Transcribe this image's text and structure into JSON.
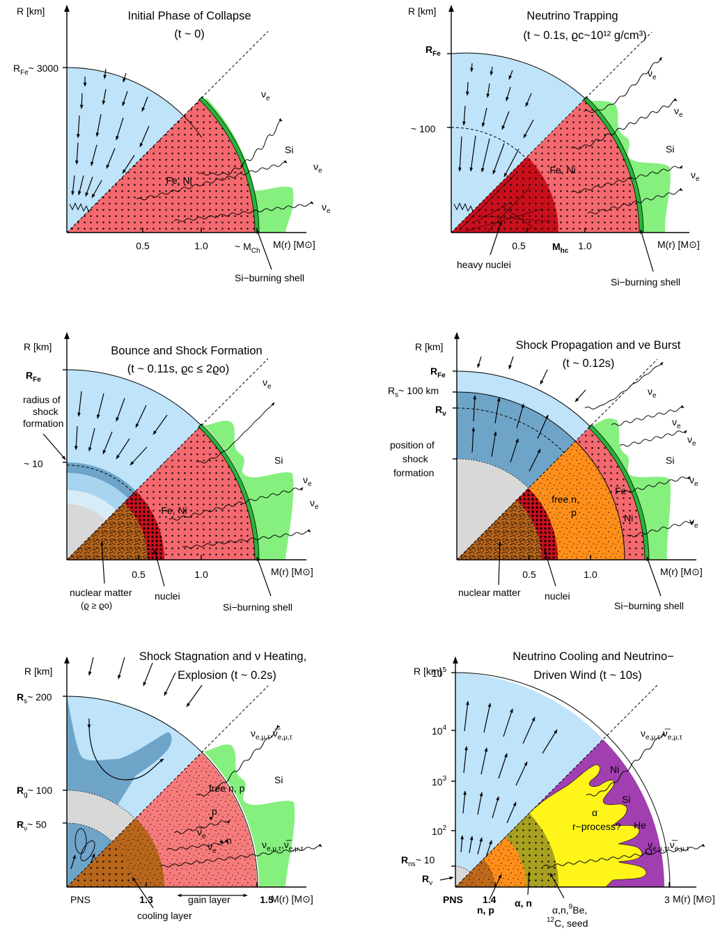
{
  "colors": {
    "infall_blue": "#bfe3f8",
    "shocked_blue": "#6fa4c9",
    "iron_core_red": "#f4696f",
    "heavy_nuclei_red": "#c8101d",
    "silicon_green": "#86f07f",
    "burning_shell_green": "#27b53b",
    "free_nucleons_orange": "#ff8f1a",
    "nuclear_matter_brown": "#b8661c",
    "pns_grey": "#d8d8d8",
    "envelope_purple": "#a13fb0",
    "r_process_yellow": "#fff51a",
    "alpha_n_olive": "#a8a020",
    "gain_layer_pink": "#f87b7b"
  },
  "panels": [
    {
      "title_line1": "Initial Phase of Collapse",
      "title_line2": "(t ~ 0)",
      "y_axis": "R [km]",
      "x_axis": "M(r) [M⊙]",
      "y_label_top": "R",
      "y_label_top_sub": "Fe",
      "y_label_top_suffix": "~ 3000",
      "ticks": [
        "0.5",
        "1.0"
      ],
      "extra_tick": "~ M",
      "extra_tick_sub": "Ch",
      "core_label": "Fe, Ni",
      "shell_label": "Si",
      "neutrino": "ν",
      "neutrino_sub": "e",
      "callout": "Si−burning shell"
    },
    {
      "title_line1": "Neutrino Trapping",
      "title_line2": "(t ~ 0.1s,  ϱc~10¹² g/cm³)",
      "y_axis": "R [km]",
      "x_axis": "M(r) [M⊙]",
      "y_label_top": "R",
      "y_label_top_sub": "Fe",
      "y_label_mid": "~ 100",
      "ticks": [
        "0.5",
        "1.0"
      ],
      "extra_tick": "M",
      "extra_tick_sub": "hc",
      "core_label": "Fe, Ni",
      "shell_label": "Si",
      "neutrino": "ν",
      "neutrino_sub": "e",
      "callout": "Si−burning shell",
      "callout2": "heavy nuclei"
    },
    {
      "title_line1": "Bounce and Shock Formation",
      "title_line2": "(t ~ 0.11s,  ϱc ≤ 2ϱo)",
      "y_axis": "R [km]",
      "x_axis": "M(r) [M⊙]",
      "y_label_top": "R",
      "y_label_top_sub": "Fe",
      "y_label_mid": "~ 10",
      "side_note": [
        "radius of",
        "shock",
        "formation"
      ],
      "ticks": [
        "0.5",
        "1.0"
      ],
      "core_label": "Fe, Ni",
      "shell_label": "Si",
      "neutrino": "ν",
      "neutrino_sub": "e",
      "callout": "Si−burning shell",
      "callout2": "nuclei",
      "callout3": "nuclear matter",
      "callout3b": "(ϱ ≥ ϱo)"
    },
    {
      "title_line1": "Shock Propagation and νe Burst",
      "title_line2": "(t ~ 0.12s)",
      "y_axis": "R [km]",
      "x_axis": "M(r) [M⊙]",
      "y_label_top": "R",
      "y_label_top_sub": "Fe",
      "y_label_s": "R",
      "y_label_s_sub": "s",
      "y_label_s_suffix": "~ 100 km",
      "y_label_nu": "R",
      "y_label_nu_sub": "ν",
      "side_note": [
        "position of",
        "shock",
        "formation"
      ],
      "ticks": [
        "0.5",
        "1.0"
      ],
      "free_label": "free n,",
      "free_label2": "p",
      "fe_label": "Fe",
      "ni_label": "Ni",
      "shell_label": "Si",
      "neutrino": "ν",
      "neutrino_sub": "e",
      "callout": "Si−burning shell",
      "callout2": "nuclei",
      "callout3": "nuclear matter"
    },
    {
      "title_line1": "Shock Stagnation and ν Heating,",
      "title_line2": "Explosion  (t ~ 0.2s)",
      "y_axis": "R [km]",
      "x_axis": "M(r) [M⊙]",
      "y_label_s": "R",
      "y_label_s_sub": "s",
      "y_label_s_suffix": "~ 200",
      "y_label_g": "R",
      "y_label_g_sub": "g",
      "y_label_g_suffix": "~ 100",
      "y_label_nu": "R",
      "y_label_nu_sub": "ν",
      "y_label_nu_suffix": "~ 50",
      "pns": "PNS",
      "ticks": [
        "1.3",
        "1.5"
      ],
      "gain_layer": "gain layer",
      "cooling_layer": "cooling layer",
      "free_label": "free n, p",
      "p_label": "p",
      "n_label": "n",
      "shell_label": "Si",
      "nu_all": "ν",
      "nu_all_sub": "e,μ,τ",
      "nubar_all": "ν̅",
      "nubar_all_sub": "e,μ,τ"
    },
    {
      "title_line1": "Neutrino Cooling and Neutrino−",
      "title_line2": "Driven Wind  (t ~ 10s)",
      "y_axis": "R [km]",
      "x_axis": "M(r) [M⊙]",
      "log_ticks": [
        "10",
        "10",
        "10",
        "10"
      ],
      "log_exps": [
        "5",
        "4",
        "3",
        "2"
      ],
      "y_label_ns": "R",
      "y_label_ns_sub": "ns",
      "y_label_ns_suffix": "~ 10",
      "y_label_nu": "R",
      "y_label_nu_sub": "ν",
      "pns": "PNS",
      "ticks": [
        "1.4",
        "3"
      ],
      "labels_np": "n, p",
      "labels_an": "α, n",
      "labels_seed1": "α,n,",
      "labels_seed1_sup": "9",
      "labels_seed1_tail": "Be,",
      "labels_seed2_sup": "12",
      "labels_seed2": "C, seed",
      "alpha": "α",
      "r_process": "r−process?",
      "ni": "Ni",
      "si": "Si",
      "he": "He",
      "o": "O",
      "nu_all": "ν",
      "nu_all_sub": "e,μ,τ",
      "nubar_all": "ν̅",
      "nubar_all_sub": "e,μ,τ"
    }
  ]
}
